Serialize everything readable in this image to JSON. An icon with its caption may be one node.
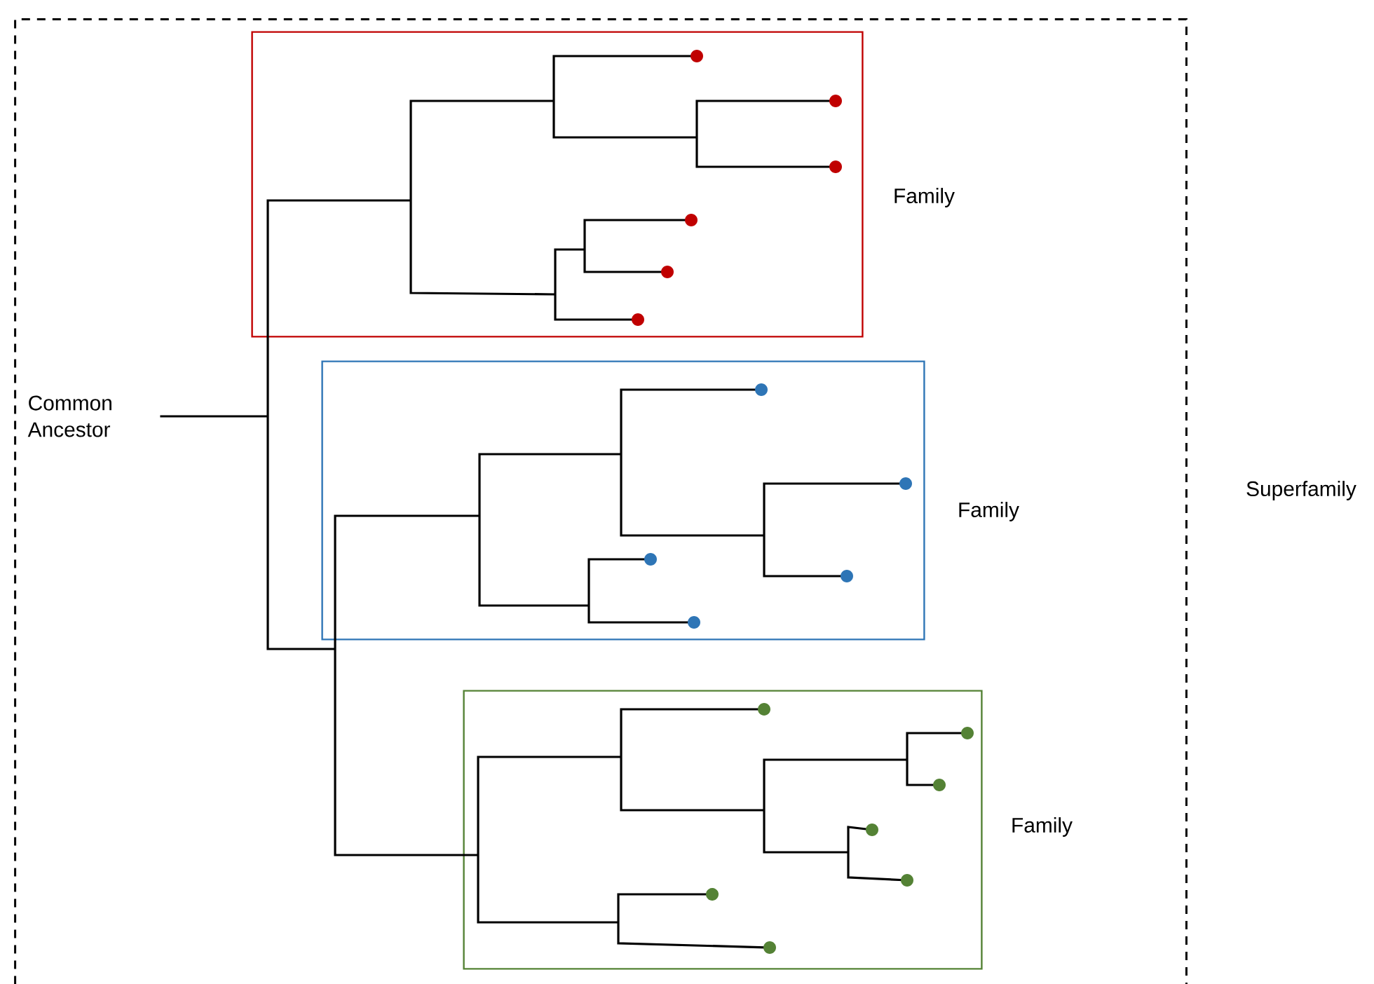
{
  "diagram": {
    "nodes": [
      {
        "text": [
          "Superfamily"
        ]
      },
      {
        "text": [
          "Family"
        ],
        "in": 0
      },
      {
        "text": [
          "Family"
        ],
        "in": 0
      },
      {
        "text": [
          "Family"
        ],
        "in": 0
      }
    ],
    "labels": [
      "Common Ancestor"
    ]
  }
}
